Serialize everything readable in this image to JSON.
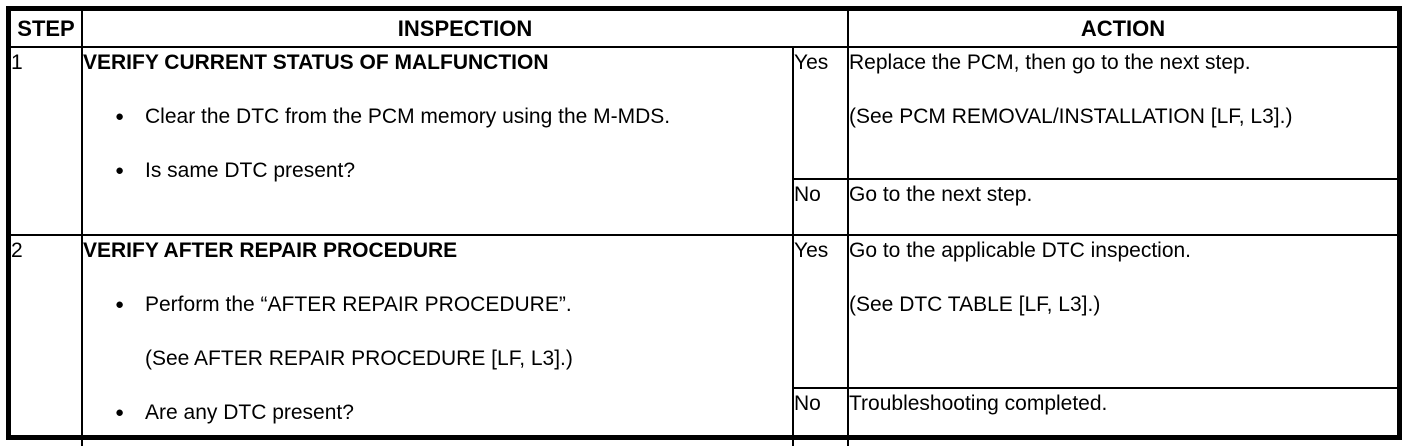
{
  "glyphs": {
    "bullet": "●"
  },
  "table": {
    "headers": {
      "step": "STEP",
      "inspection": "INSPECTION",
      "action": "ACTION"
    },
    "rows": [
      {
        "step": "1",
        "inspection": {
          "title": "VERIFY CURRENT STATUS OF MALFUNCTION",
          "bullets": [
            {
              "text": "Clear the DTC from the PCM memory using the M-MDS."
            },
            {
              "text": "Is same DTC present?"
            }
          ]
        },
        "actions": [
          {
            "answer": "Yes",
            "lines": [
              "Replace the PCM, then go to the next step.",
              "(See PCM REMOVAL/INSTALLATION [LF, L3].)"
            ]
          },
          {
            "answer": "No",
            "lines": [
              "Go to the next step."
            ]
          }
        ]
      },
      {
        "step": "2",
        "inspection": {
          "title": "VERIFY AFTER REPAIR PROCEDURE",
          "bullets": [
            {
              "text": "Perform the “AFTER REPAIR PROCEDURE”.",
              "note": "(See AFTER REPAIR PROCEDURE [LF, L3].)"
            },
            {
              "text": "Are any DTC present?"
            }
          ]
        },
        "actions": [
          {
            "answer": "Yes",
            "lines": [
              "Go to the applicable DTC inspection.",
              "(See DTC TABLE [LF, L3].)"
            ]
          },
          {
            "answer": "No",
            "lines": [
              "Troubleshooting completed."
            ]
          }
        ]
      }
    ]
  }
}
